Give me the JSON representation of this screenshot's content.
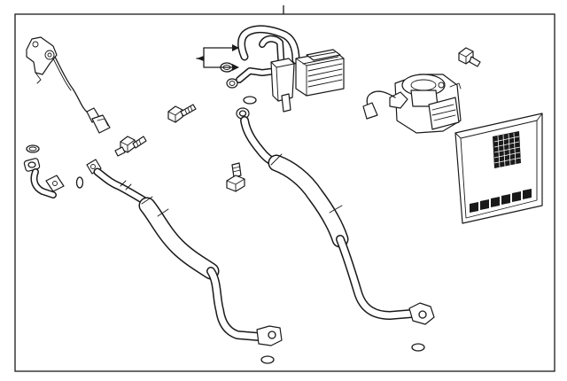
{
  "diagram": {
    "parts": [
      {
        "name": "pressure-sensor-wire"
      },
      {
        "name": "bolt"
      },
      {
        "name": "bolt"
      },
      {
        "name": "o-ring"
      },
      {
        "name": "fitting-bracket"
      },
      {
        "name": "suction-line-hose"
      },
      {
        "name": "evaporator-core-with-expansion-valve"
      },
      {
        "name": "discharge-line-hose"
      },
      {
        "name": "stud-bolt"
      },
      {
        "name": "blower-motor-assembly"
      },
      {
        "name": "screw"
      },
      {
        "name": "cabin-air-filter"
      }
    ]
  }
}
